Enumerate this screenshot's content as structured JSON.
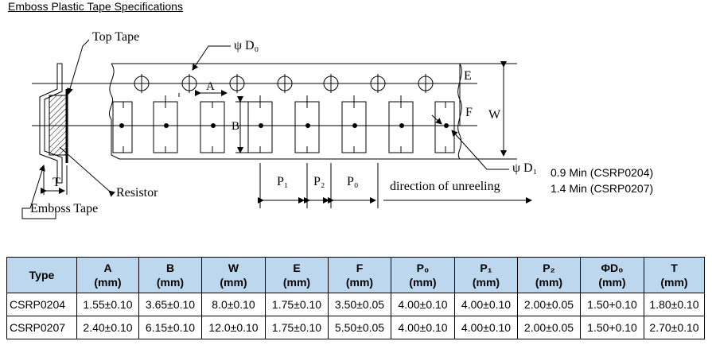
{
  "page": {
    "title": "Emboss Plastic Tape Specifications"
  },
  "diagram": {
    "labels": {
      "top_tape": "Top Tape",
      "d0": "ψ  D₀",
      "d1": "ψ  D₁",
      "a": "A",
      "b": "B",
      "e": "E",
      "f": "F",
      "w": "W",
      "t": "T",
      "p1": "P₁",
      "p2": "P₂",
      "p0": "P₀",
      "resistor": "Resistor",
      "emboss_tape": "Emboss Tape",
      "direction": "direction of unreeling",
      "d1_note_1": "0.9 Min (CSRP0204)",
      "d1_note_2": "1.4 Min (CSRP0207)"
    }
  },
  "table": {
    "headers": [
      {
        "name": "Type",
        "unit": ""
      },
      {
        "name": "A",
        "unit": "(mm)"
      },
      {
        "name": "B",
        "unit": "(mm)"
      },
      {
        "name": "W",
        "unit": "(mm)"
      },
      {
        "name": "E",
        "unit": "(mm)"
      },
      {
        "name": "F",
        "unit": "(mm)"
      },
      {
        "name": "P₀",
        "unit": "(mm)"
      },
      {
        "name": "P₁",
        "unit": "(mm)"
      },
      {
        "name": "P₂",
        "unit": "(mm)"
      },
      {
        "name": "ΦD₀",
        "unit": "(mm)"
      },
      {
        "name": "T",
        "unit": "(mm)"
      }
    ],
    "rows": [
      [
        "CSRP0204",
        "1.55±0.10",
        "3.65±0.10",
        "8.0±0.10",
        "1.75±0.10",
        "3.50±0.05",
        "4.00±0.10",
        "4.00±0.10",
        "2.00±0.05",
        "1.50+0.10",
        "1.80±0.10"
      ],
      [
        "CSRP0207",
        "2.40±0.10",
        "6.15±0.10",
        "12.0±0.10",
        "1.75±0.10",
        "5.50±0.05",
        "4.00±0.10",
        "4.00±0.10",
        "2.00±0.05",
        "1.50+0.10",
        "2.70±0.10"
      ]
    ]
  }
}
